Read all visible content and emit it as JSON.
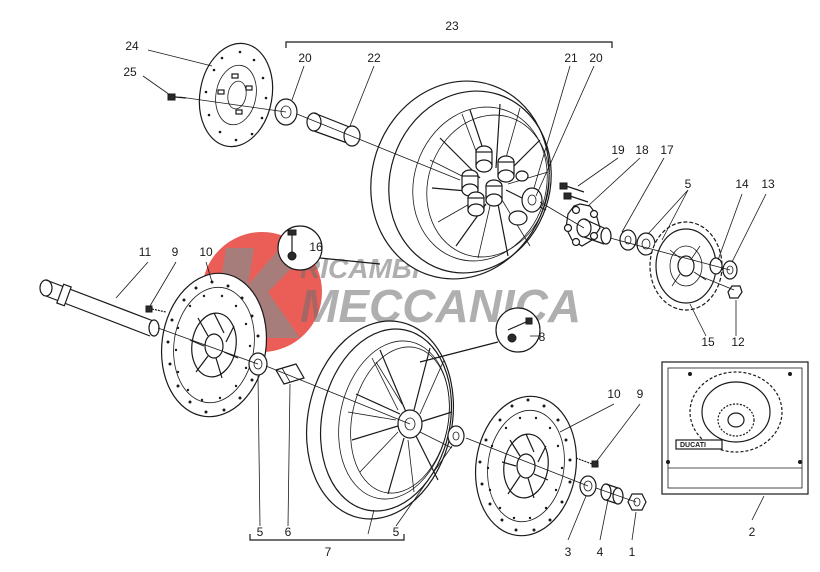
{
  "watermark": {
    "line1": "RICAMBI",
    "line2": "MECCANICA",
    "color": "#e8423a"
  },
  "inset": {
    "brand_text": "DUCATI"
  },
  "callouts": [
    {
      "id": "c1",
      "text": "1"
    },
    {
      "id": "c2",
      "text": "2"
    },
    {
      "id": "c3",
      "text": "3"
    },
    {
      "id": "c4",
      "text": "4"
    },
    {
      "id": "c5a",
      "text": "5"
    },
    {
      "id": "c5b",
      "text": "5"
    },
    {
      "id": "c5c",
      "text": "5"
    },
    {
      "id": "c6",
      "text": "6"
    },
    {
      "id": "c7",
      "text": "7"
    },
    {
      "id": "c8",
      "text": "8"
    },
    {
      "id": "c9a",
      "text": "9"
    },
    {
      "id": "c9b",
      "text": "9"
    },
    {
      "id": "c10a",
      "text": "10"
    },
    {
      "id": "c10b",
      "text": "10"
    },
    {
      "id": "c11",
      "text": "11"
    },
    {
      "id": "c12",
      "text": "12"
    },
    {
      "id": "c13",
      "text": "13"
    },
    {
      "id": "c14",
      "text": "14"
    },
    {
      "id": "c15",
      "text": "15"
    },
    {
      "id": "c16",
      "text": "16"
    },
    {
      "id": "c17",
      "text": "17"
    },
    {
      "id": "c18",
      "text": "18"
    },
    {
      "id": "c19",
      "text": "19"
    },
    {
      "id": "c20a",
      "text": "20"
    },
    {
      "id": "c20b",
      "text": "20"
    },
    {
      "id": "c21",
      "text": "21"
    },
    {
      "id": "c22",
      "text": "22"
    },
    {
      "id": "c23",
      "text": "23"
    },
    {
      "id": "c24",
      "text": "24"
    },
    {
      "id": "c25",
      "text": "25"
    }
  ]
}
